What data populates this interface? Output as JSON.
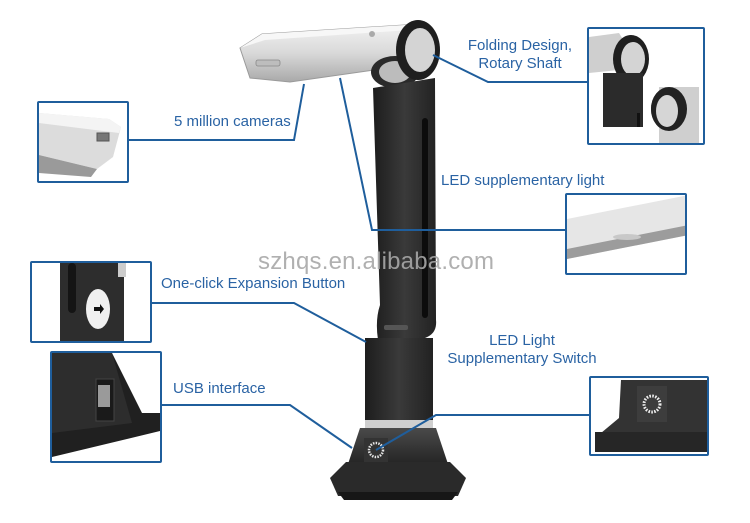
{
  "watermark": "szhqs.en.alibaba.com",
  "callouts": {
    "camera": "5 million cameras",
    "folding_line1": "Folding Design,",
    "folding_line2": "Rotary Shaft",
    "led_light": "LED supplementary light",
    "expansion_button": "One-click Expansion Button",
    "usb": "USB interface",
    "switch_line1": "LED Light",
    "switch_line2": "Supplementary Switch"
  },
  "colors": {
    "accent": "#2a63a4",
    "line": "#1f5e9c",
    "body": "#2b2b2b",
    "silver": "#d8d8d8"
  }
}
